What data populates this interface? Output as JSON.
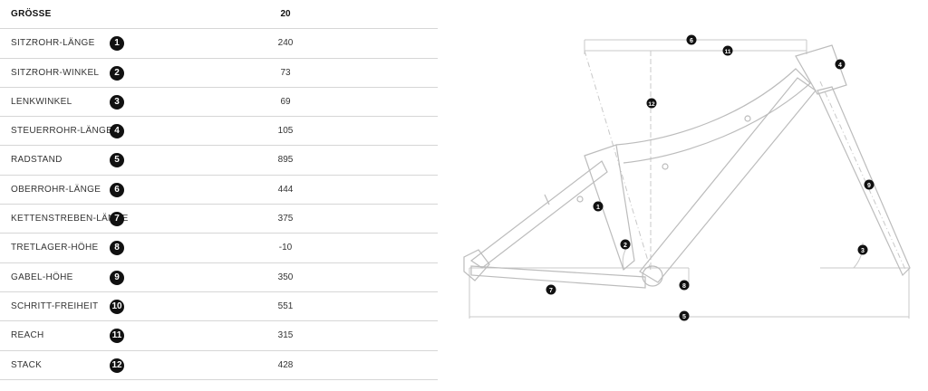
{
  "table": {
    "header": {
      "label": "GRÖSSE",
      "value": "20"
    },
    "rows": [
      {
        "num": "1",
        "label": "SITZROHR-LÄNGE",
        "value": "240"
      },
      {
        "num": "2",
        "label": "SITZROHR-WINKEL",
        "value": "73"
      },
      {
        "num": "3",
        "label": "LENKWINKEL",
        "value": "69"
      },
      {
        "num": "4",
        "label": "STEUERROHR-LÄNGE",
        "value": "105"
      },
      {
        "num": "5",
        "label": "RADSTAND",
        "value": "895"
      },
      {
        "num": "6",
        "label": "OBERROHR-LÄNGE",
        "value": "444"
      },
      {
        "num": "7",
        "label": "KETTENSTREBEN-LÄNGE",
        "value": "375"
      },
      {
        "num": "8",
        "label": "TRETLAGER-HÖHE",
        "value": "-10"
      },
      {
        "num": "9",
        "label": "GABEL-HÖHE",
        "value": "350"
      },
      {
        "num": "10",
        "label": "SCHRITT-FREIHEIT",
        "value": "551"
      },
      {
        "num": "11",
        "label": "REACH",
        "value": "315"
      },
      {
        "num": "12",
        "label": "STACK",
        "value": "428"
      }
    ]
  },
  "diagram": {
    "markers": [
      "1",
      "2",
      "3",
      "4",
      "5",
      "6",
      "7",
      "8",
      "9",
      "11",
      "12"
    ]
  },
  "colors": {
    "badge": "#111111",
    "line": "#c8c8c8",
    "frame": "#bcbcbc"
  }
}
